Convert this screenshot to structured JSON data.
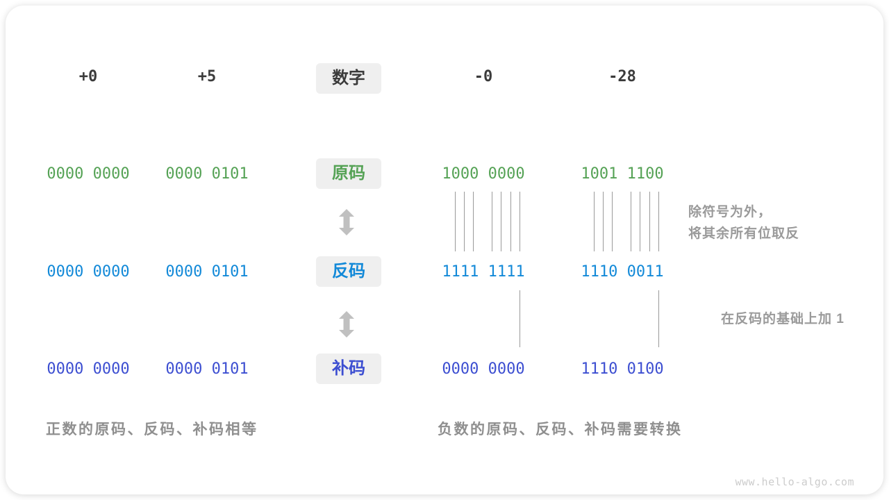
{
  "header": {
    "col_labels": [
      "+0",
      "+5",
      "-0",
      "-28"
    ],
    "number_badge": "数字"
  },
  "rows": [
    {
      "badge": "原码",
      "color": "green",
      "values": [
        "0000 0000",
        "0000 0101",
        "1000 0000",
        "1001 1100"
      ]
    },
    {
      "badge": "反码",
      "color": "blue",
      "values": [
        "0000 0000",
        "0000 0101",
        "1111 1111",
        "1110 0011"
      ]
    },
    {
      "badge": "补码",
      "color": "indigo",
      "values": [
        "0000 0000",
        "0000 0101",
        "0000 0000",
        "1110 0100"
      ]
    }
  ],
  "annotations": {
    "invert_line1": "除符号为外，",
    "invert_line2": "将其余所有位取反",
    "add_one": "在反码的基础上加 1"
  },
  "captions": {
    "positive": "正数的原码、反码、补码相等",
    "negative": "负数的原码、反码、补码需要转换"
  },
  "watermark": "www.hello-algo.com",
  "colors": {
    "dark": "#3b3b3b",
    "green": "#55a255",
    "blue": "#1289d8",
    "indigo": "#3c4ed1",
    "gray": "#9a9a9a",
    "caption": "#8f8f8f",
    "badgebg": "#efefef",
    "arrow": "#c0c0c0",
    "line": "#999999",
    "watermark": "#cccccc"
  }
}
